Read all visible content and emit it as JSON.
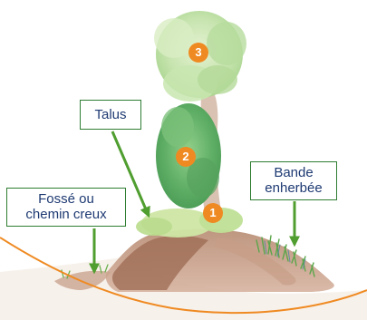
{
  "labels": {
    "talus": "Talus",
    "bande_line1": "Bande",
    "bande_line2": "enherbée",
    "fosse_line1": "Fossé ou",
    "fosse_line2": "chemin creux"
  },
  "badges": {
    "herb_layer": "1",
    "shrub_layer": "2",
    "tree_layer": "3"
  },
  "colors": {
    "badge": "#ef8a22",
    "label_border": "#2f7d32",
    "label_text": "#1e3a72",
    "arrow": "#4f9e2f",
    "ground_arc": "#ef8a22"
  }
}
